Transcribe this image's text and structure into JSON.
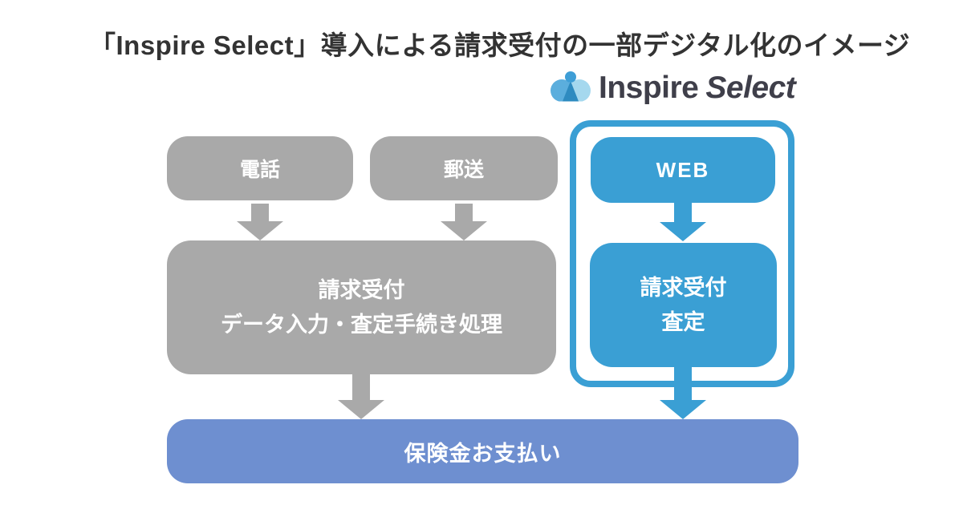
{
  "title": "「Inspire Select」導入による請求受付の一部デジタル化のイメージ",
  "logo": {
    "brand_bold": "Inspire",
    "brand_italic": "Select",
    "icon": "cloud-people-icon"
  },
  "flow": {
    "legacy": {
      "phone_label": "電話",
      "mail_label": "郵送",
      "intake_line1": "請求受付",
      "intake_line2": "データ入力・査定手続き処理"
    },
    "digital": {
      "web_label": "WEB",
      "intake_line1": "請求受付",
      "intake_line2": "査定"
    },
    "payout_label": "保険金お支払い"
  },
  "colors": {
    "gray": "#A9A9A9",
    "blue": "#3A9FD4",
    "periwinkle": "#6E8FD0",
    "title-text": "#333333",
    "logo-text": "#3F3F4A",
    "logo-cloud-left": "#5BAEDD",
    "logo-cloud-right": "#A5D8EE",
    "logo-head": "#3E9ED6",
    "logo-body": "#2E8BC0"
  }
}
